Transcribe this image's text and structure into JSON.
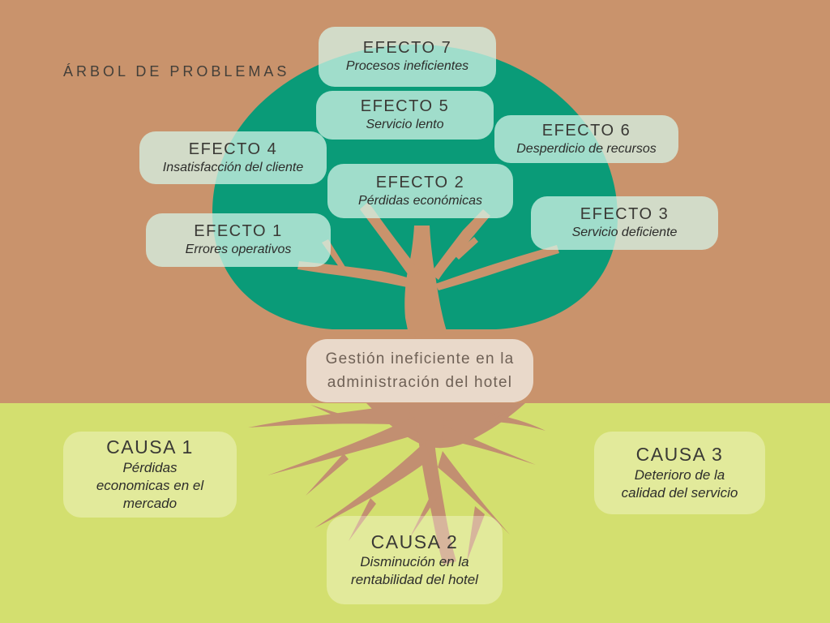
{
  "title": "ÁRBOL DE PROBLEMAS",
  "problem": {
    "text": "Gestión ineficiente en la administración del hotel"
  },
  "effects": [
    {
      "label": "EFECTO 1",
      "text": "Errores operativos"
    },
    {
      "label": "EFECTO 2",
      "text": "Pérdidas económicas"
    },
    {
      "label": "EFECTO 3",
      "text": "Servicio deficiente"
    },
    {
      "label": "EFECTO 4",
      "text": "Insatisfacción del cliente"
    },
    {
      "label": "EFECTO 5",
      "text": "Servicio lento"
    },
    {
      "label": "EFECTO 6",
      "text": "Desperdicio de recursos"
    },
    {
      "label": "EFECTO 7",
      "text": "Procesos ineficientes"
    }
  ],
  "causes": [
    {
      "label": "CAUSA 1",
      "text": "Pérdidas economicas en el mercado"
    },
    {
      "label": "CAUSA 2",
      "text": "Disminución en la rentabilidad del hotel"
    },
    {
      "label": "CAUSA 3",
      "text": "Deterioro de la calidad del servicio"
    }
  ],
  "colors": {
    "sky": "#c9936c",
    "ground": "#d3df6f",
    "canopy": "#0a9b78",
    "trunk": "#c9936c",
    "roots": "#c28f71",
    "effect_box": "#d5f2e6",
    "problem_box": "#ebdcd0",
    "cause_box": "#e0ea8d"
  }
}
